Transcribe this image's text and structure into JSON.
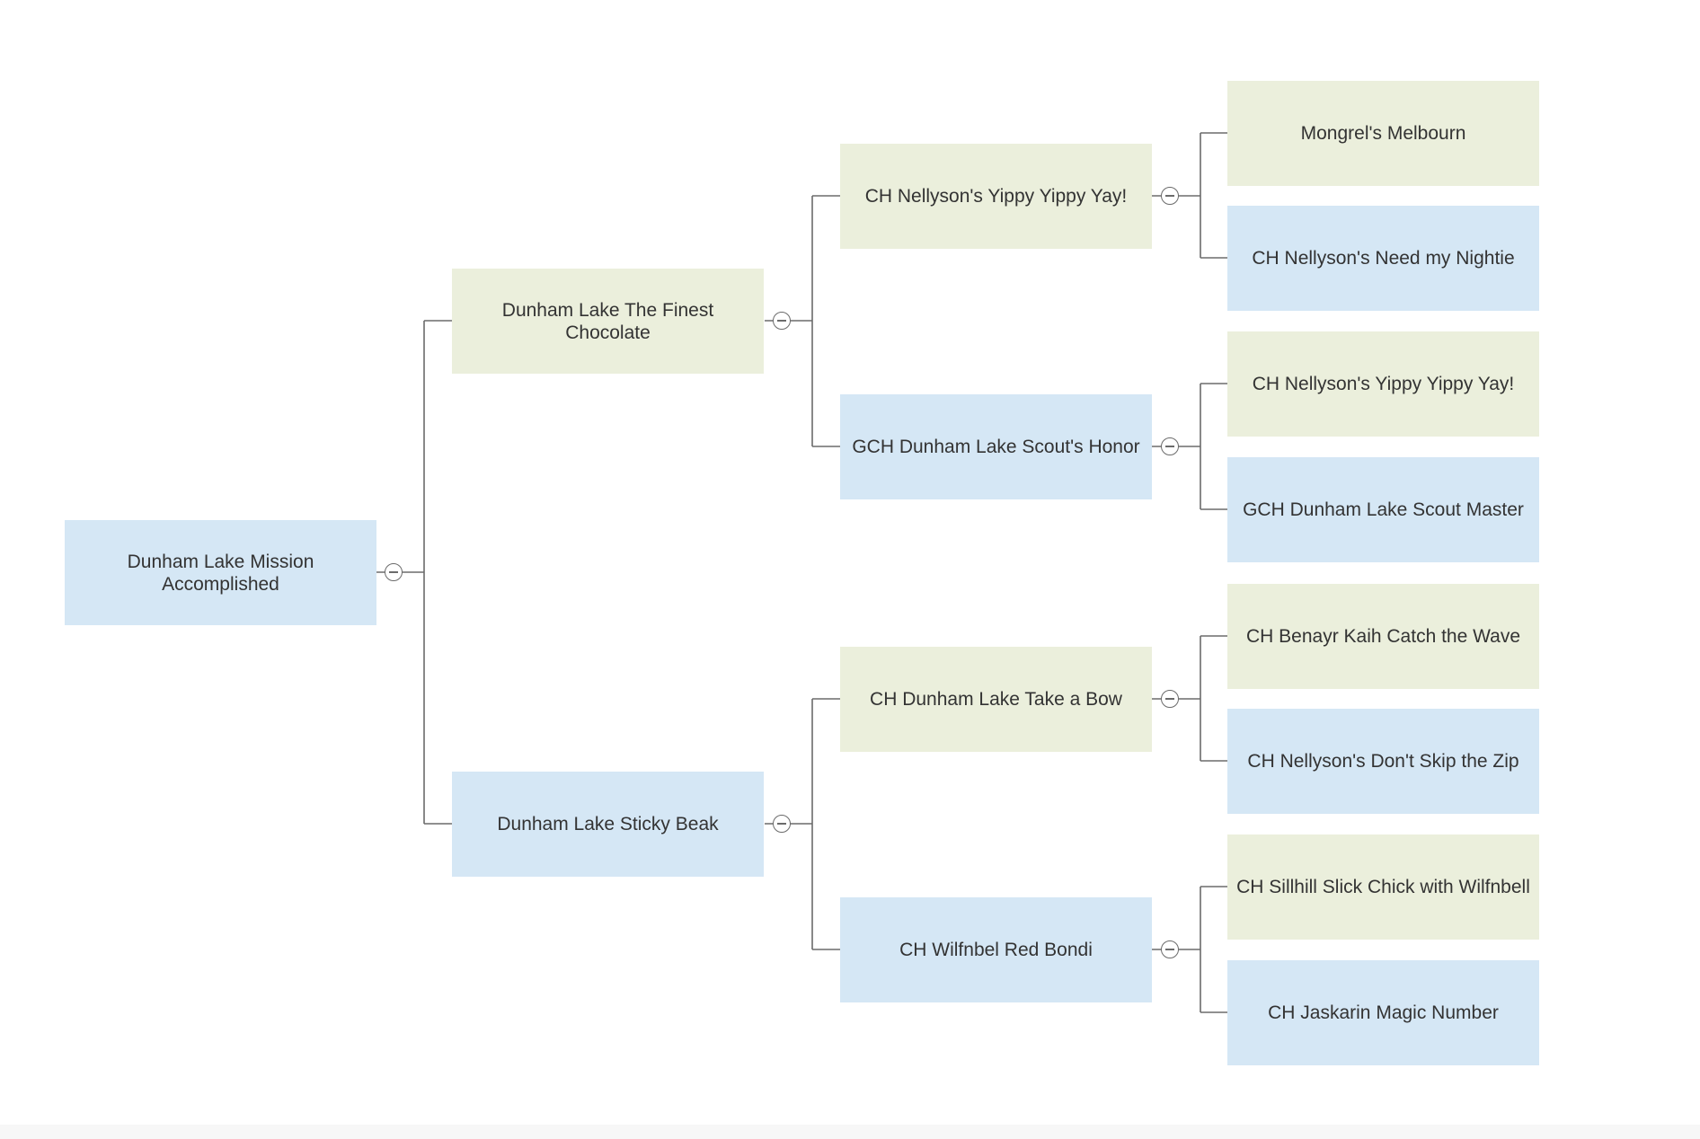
{
  "tree": {
    "root": {
      "label": "Dunham Lake Mission Accomplished",
      "color": "#d5e7f5"
    },
    "level1": [
      {
        "label": "Dunham Lake The Finest Chocolate",
        "color": "#ebefdc"
      },
      {
        "label": "Dunham Lake Sticky Beak",
        "color": "#d5e7f5"
      }
    ],
    "level2": [
      {
        "label": "CH Nellyson's Yippy Yippy Yay!",
        "color": "#ebefdc"
      },
      {
        "label": "GCH Dunham Lake Scout's Honor",
        "color": "#d5e7f5"
      },
      {
        "label": "CH Dunham Lake Take a Bow",
        "color": "#ebefdc"
      },
      {
        "label": "CH Wilfnbel Red Bondi",
        "color": "#d5e7f5"
      }
    ],
    "level3": [
      {
        "label": "Mongrel's Melbourn",
        "color": "#ebefdc"
      },
      {
        "label": "CH Nellyson's Need my Nightie",
        "color": "#d5e7f5"
      },
      {
        "label": "CH Nellyson's Yippy Yippy Yay!",
        "color": "#ebefdc"
      },
      {
        "label": "GCH Dunham Lake Scout Master",
        "color": "#d5e7f5"
      },
      {
        "label": "CH Benayr Kaih Catch the Wave",
        "color": "#ebefdc"
      },
      {
        "label": "CH Nellyson's Don't Skip the Zip",
        "color": "#d5e7f5"
      },
      {
        "label": "CH Sillhill Slick Chick with Wilfnbell",
        "color": "#ebefdc"
      },
      {
        "label": "CH Jaskarin Magic Number",
        "color": "#d5e7f5"
      }
    ]
  },
  "colors": {
    "sire_box": "#d5e7f5",
    "dam_box": "#ebefdc",
    "connector": "#6b6b6b"
  },
  "icons": {
    "collapse_toggle": "circle-minus-icon"
  }
}
